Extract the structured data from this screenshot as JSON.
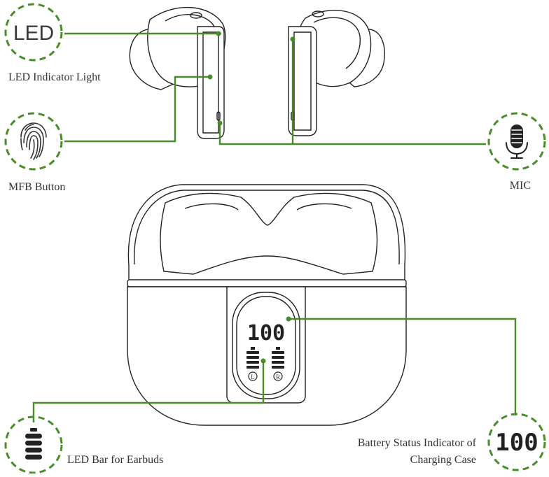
{
  "labels": {
    "led_icon_text": "LED",
    "led_indicator": "LED Indicator Light",
    "mfb_button": "MFB Button",
    "mic": "MIC",
    "led_bar": "LED Bar for Earbuds",
    "battery_line1": "Battery Status Indicator of",
    "battery_line2": "Charging Case"
  },
  "display": {
    "percent": "100",
    "left_marker": "L",
    "right_marker": "R"
  },
  "colors": {
    "accent": "#4a8c2a",
    "outline": "#222222"
  },
  "icons": [
    "fingerprint-icon",
    "microphone-icon",
    "battery-bar-icon",
    "led-digits-icon"
  ]
}
